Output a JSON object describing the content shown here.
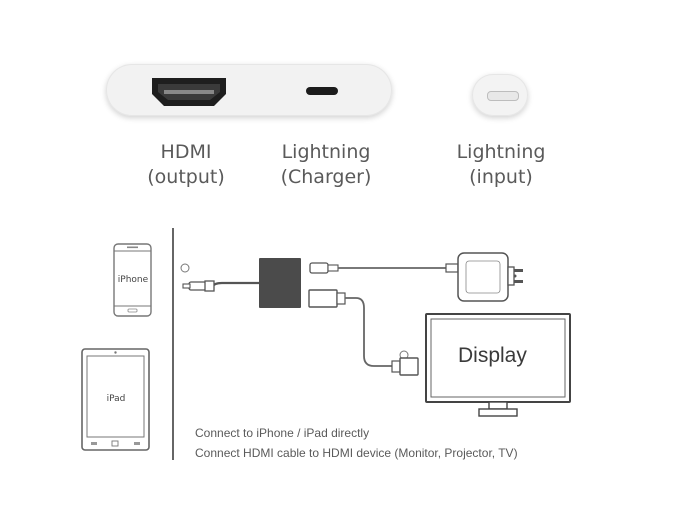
{
  "ports": {
    "hdmi": {
      "line1": "HDMI",
      "line2": "(output)"
    },
    "charger": {
      "line1": "Lightning",
      "line2": "(Charger)"
    },
    "input": {
      "line1": "Lightning",
      "line2": "(input)"
    }
  },
  "devices": {
    "iphone": "iPhone",
    "ipad": "iPad"
  },
  "display": {
    "label": "Display"
  },
  "captions": {
    "line1": "Connect to iPhone / iPad directly",
    "line2": "Connect HDMI cable to HDMI device (Monitor, Projector, TV)"
  }
}
